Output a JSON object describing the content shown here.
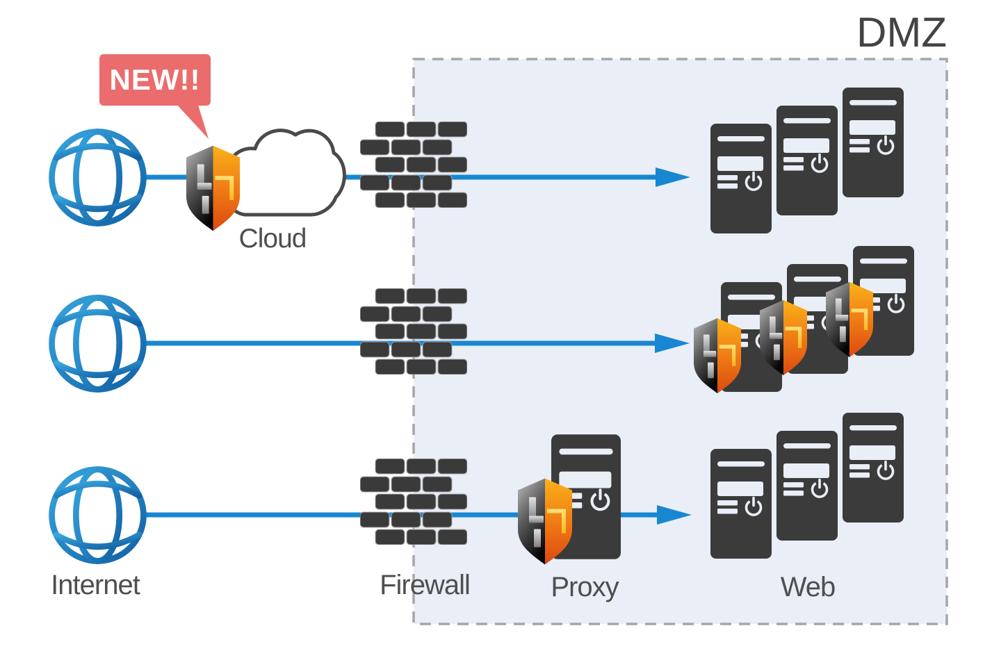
{
  "zone": {
    "label": "DMZ",
    "background": "#e9eef7",
    "border_color": "#a6a6a6",
    "border_style": "dashed"
  },
  "badge": {
    "text": "NEW!!",
    "background": "#ea6c6c",
    "text_color": "#ffffff",
    "points_to": "cloud-shield"
  },
  "labels": {
    "internet": "Internet",
    "firewall": "Firewall",
    "proxy": "Proxy",
    "web": "Web",
    "cloud": "Cloud"
  },
  "colors": {
    "line_blue": "#1787d1",
    "brick": "#3a3a3a",
    "server": "#3b3b3b",
    "panel_bg": "#e9eef7",
    "panel_border": "#a6a6a6",
    "label_gray": "#4f4f4f",
    "badge_red": "#ea6c6c",
    "globe_light": "#38a6de",
    "globe_dark": "#1160a4",
    "shield_gray_light": "#b5b5b5",
    "shield_gray_dark": "#050505",
    "shield_orange_light": "#f9b21a",
    "shield_orange_dark": "#dc4a10",
    "cloud_outline": "#4a4a4a"
  },
  "icons": {
    "globe": "globe-icon",
    "firewall": "firewall-brick-icon",
    "server": "server-tower-icon",
    "shield": "security-shield-icon",
    "cloud": "cloud-icon",
    "arrow": "arrow-right-icon"
  },
  "nodes": {
    "internet_rows": 3,
    "cloud": {
      "shielded": true,
      "badge": "NEW!!"
    },
    "firewalls": 3,
    "proxy": {
      "shielded": true
    },
    "server_groups": [
      {
        "row": "top",
        "servers": 3,
        "shielded_servers": 0
      },
      {
        "row": "middle",
        "servers": 3,
        "shielded_servers": 3
      },
      {
        "row": "bottom",
        "servers": 3,
        "shielded_servers": 0
      }
    ]
  },
  "connections": [
    {
      "row": "top",
      "path": [
        "internet",
        "cloud-shield",
        "firewall",
        "web-servers"
      ],
      "arrow": true
    },
    {
      "row": "middle",
      "path": [
        "internet",
        "firewall",
        "shielded-web-servers"
      ],
      "arrow": true
    },
    {
      "row": "bottom",
      "path": [
        "internet",
        "firewall",
        "proxy",
        "web-servers"
      ],
      "arrow": true
    }
  ]
}
